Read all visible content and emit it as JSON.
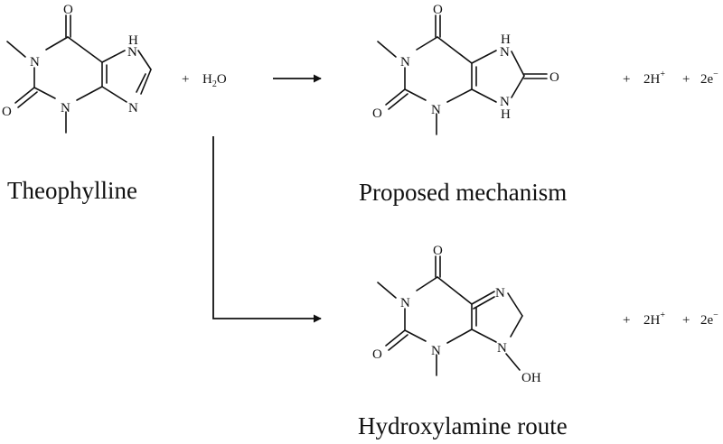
{
  "molecules": {
    "theophylline": {
      "caption": "Theophylline",
      "atoms": {
        "o6": "O",
        "nh7": "H",
        "n7": "N",
        "n1": "N",
        "o2": "O",
        "n3": "N",
        "n9": "N"
      }
    },
    "proposed": {
      "caption": "Proposed mechanism",
      "atoms": {
        "o6": "O",
        "nh7": "H",
        "n7": "N",
        "o8": "O",
        "n1": "N",
        "o2": "O",
        "n3": "N",
        "nh9": "H",
        "n9": "N"
      }
    },
    "hydroxylamine": {
      "caption": "Hydroxylamine route",
      "atoms": {
        "o6": "O",
        "n7": "N",
        "n1": "N",
        "o2": "O",
        "n3": "N",
        "n9": "N",
        "oh": "OH"
      }
    }
  },
  "reagents": {
    "plus_water": "+",
    "water_h": "H",
    "water_sub": "2",
    "water_o": "O"
  },
  "products_top": {
    "plus1": "+",
    "proton_coef": "2H",
    "proton_charge": "+",
    "plus2": "+",
    "electron_coef": "2e",
    "electron_charge": "−"
  },
  "products_bottom": {
    "plus1": "+",
    "proton_coef": "2H",
    "proton_charge": "+",
    "plus2": "+",
    "electron_coef": "2e",
    "electron_charge": "−"
  },
  "colors": {
    "ink": "#111111",
    "background": "#ffffff"
  }
}
